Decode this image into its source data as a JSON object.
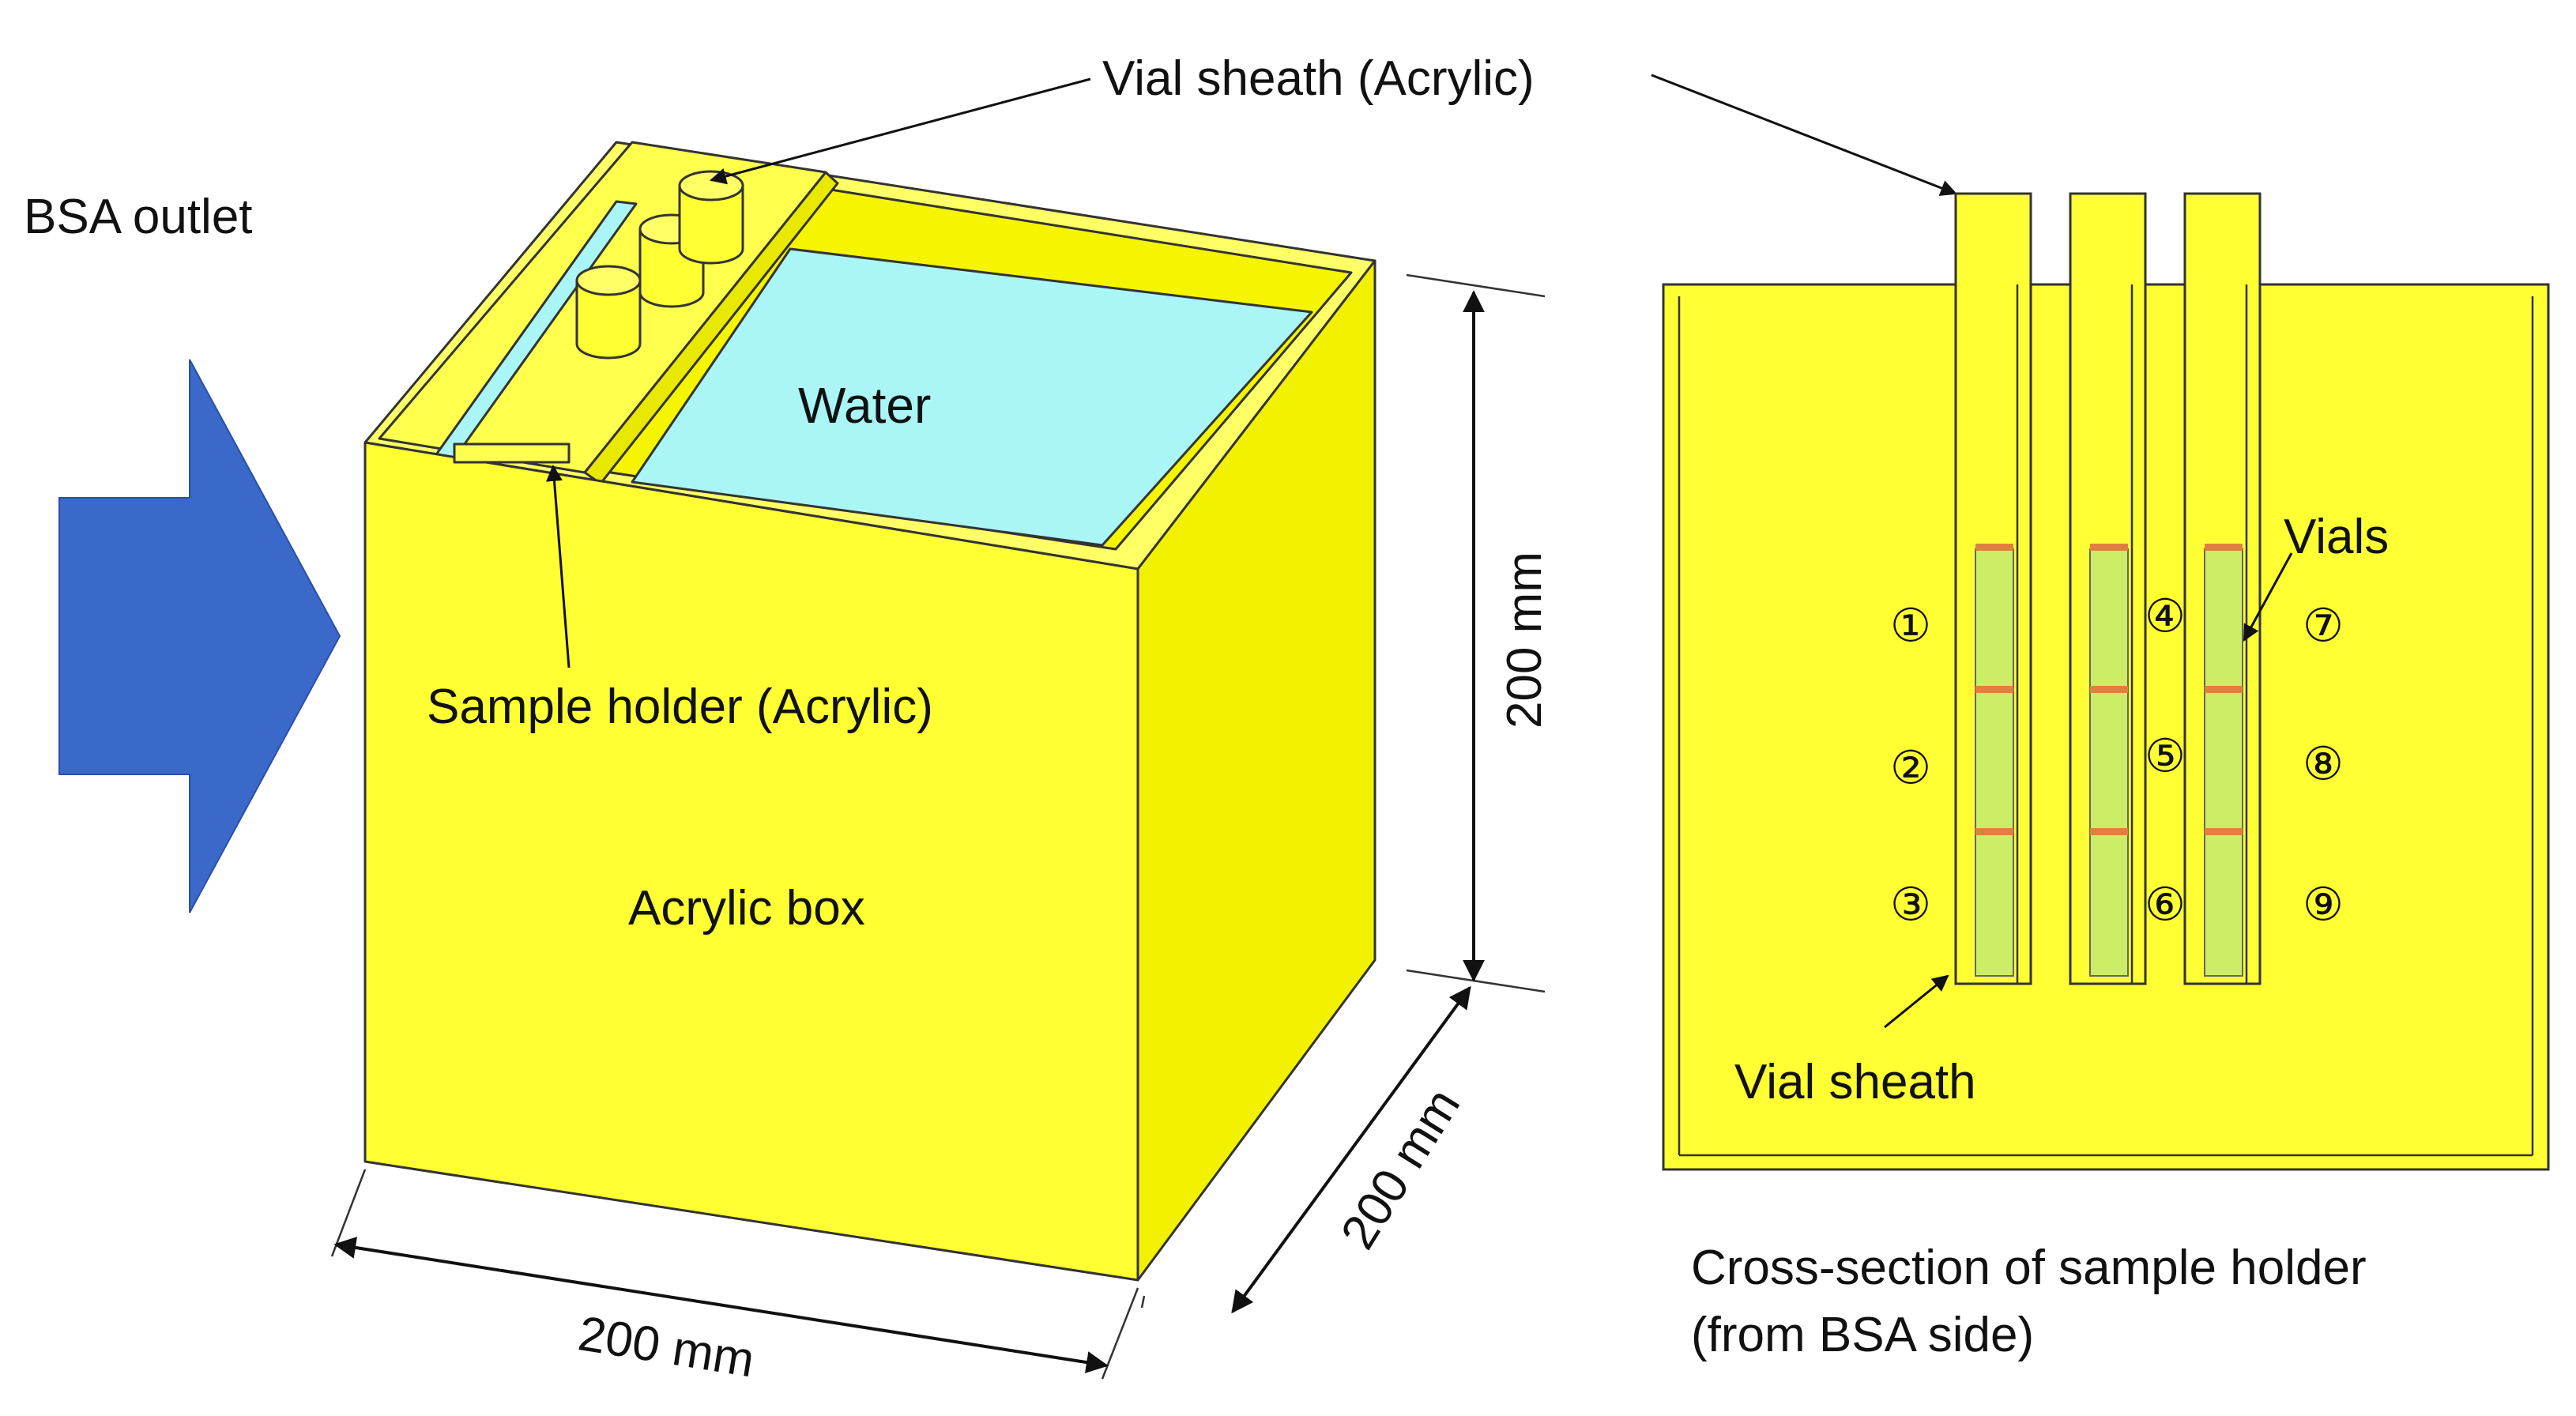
{
  "labels": {
    "bsa_outlet": "BSA outlet",
    "vial_sheath_acrylic": "Vial sheath (Acrylic)",
    "water": "Water",
    "sample_holder_acrylic": "Sample holder (Acrylic)",
    "acrylic_box": "Acrylic box",
    "vials": "Vials",
    "vial_sheath": "Vial sheath",
    "cross_section_line1": "Cross-section of sample holder",
    "cross_section_line2": "(from BSA side)"
  },
  "dimensions": {
    "height": "200 mm",
    "depth": "200 mm",
    "width": "200 mm"
  },
  "vial_positions": [
    "①",
    "②",
    "③",
    "④",
    "⑤",
    "⑥",
    "⑦",
    "⑧",
    "⑨"
  ],
  "colors": {
    "acrylic": "#FFFF33",
    "acrylic_side": "#F2F200",
    "acrylic_top": "#FFFF66",
    "water": "#AAF5F5",
    "arrow": "#3B69C9",
    "vial": "#CCEE66",
    "vial_cap": "#E08040"
  }
}
